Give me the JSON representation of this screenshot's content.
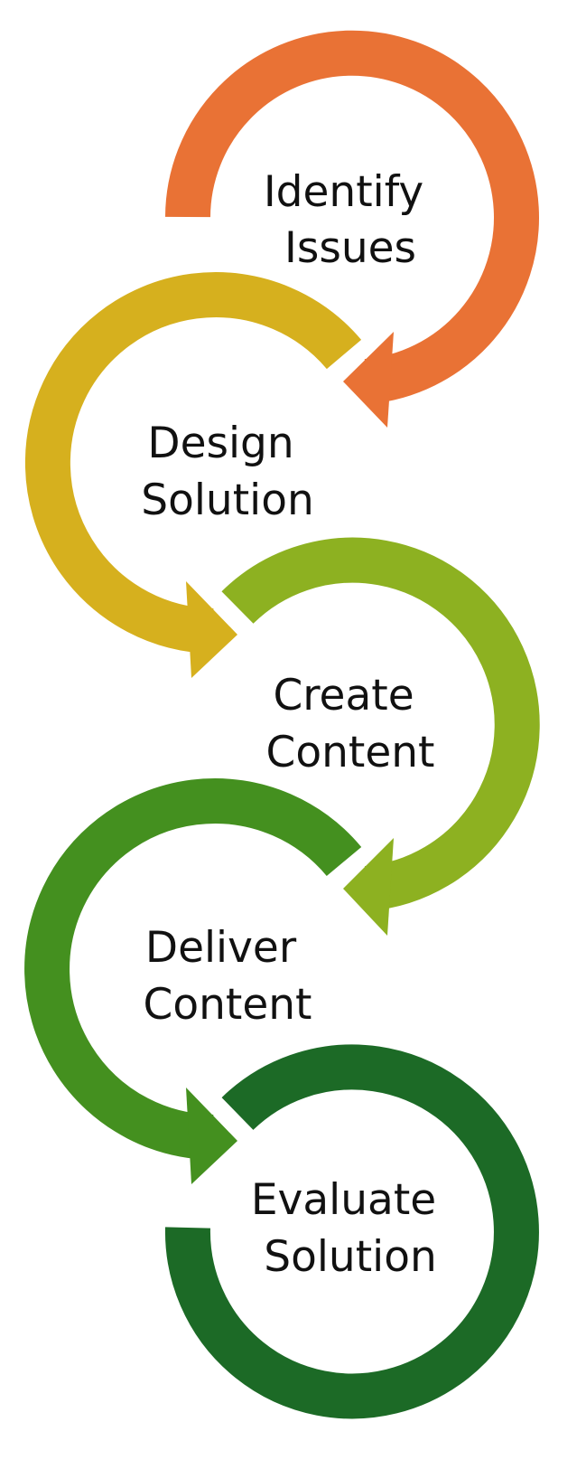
{
  "steps": [
    {
      "line1": "Identify",
      "line2": "Issues",
      "color": "#E97235"
    },
    {
      "line1": "Design",
      "line2": "Solution",
      "color": "#D6B01E"
    },
    {
      "line1": "Create",
      "line2": "Content",
      "color": "#8DB121"
    },
    {
      "line1": "Deliver",
      "line2": "Content",
      "color": "#44901F"
    },
    {
      "line1": "Evaluate",
      "line2": "Solution",
      "color": "#1C6A26"
    }
  ]
}
